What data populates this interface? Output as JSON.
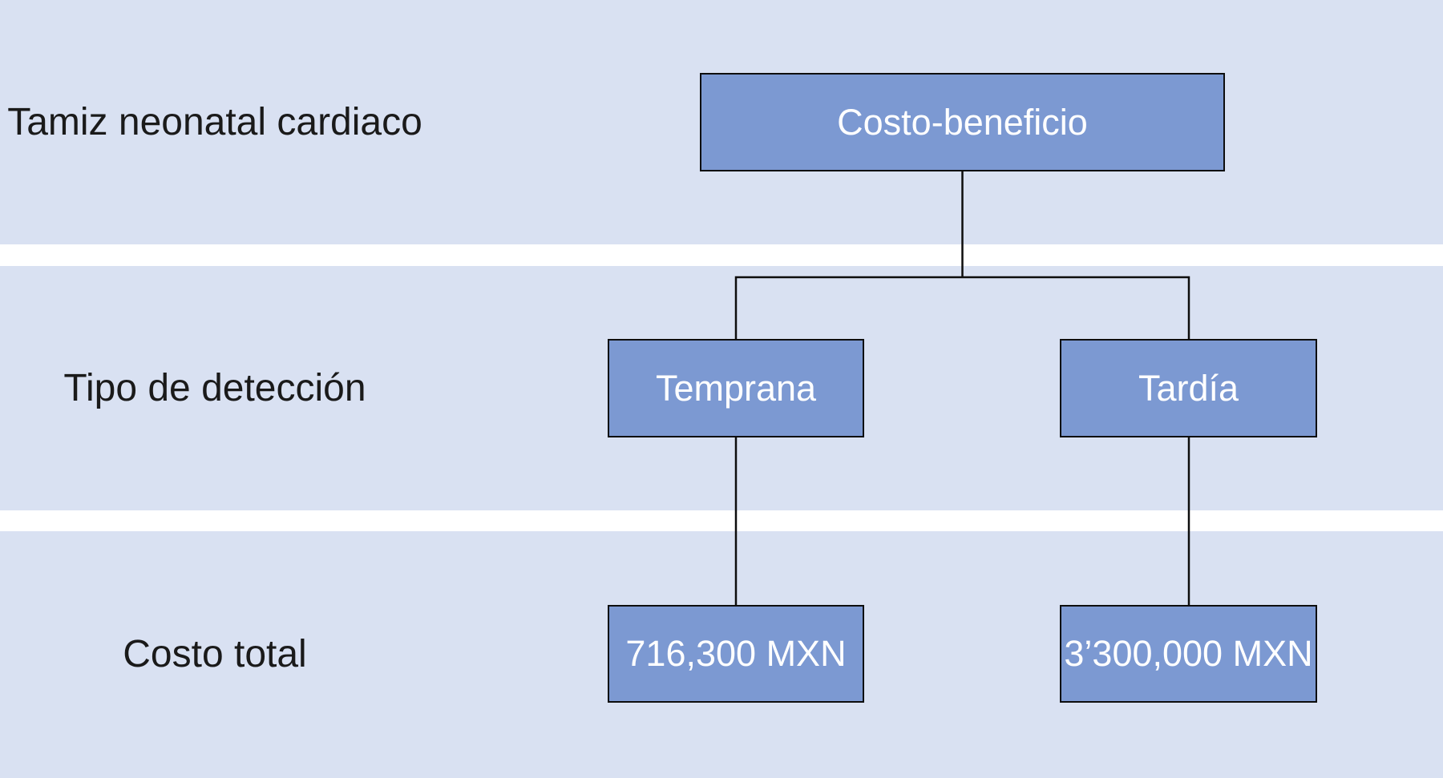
{
  "diagram": {
    "title_row_label": "Tamiz neonatal cardiaco",
    "row_labels": [
      {
        "label": "Tamiz neonatal cardiaco"
      },
      {
        "label": "Tipo de detección"
      },
      {
        "label": "Costo total"
      }
    ],
    "nodes": {
      "root": "Costo-beneficio",
      "early": "Temprana",
      "late": "Tardía",
      "early_cost": "716,300 MXN",
      "late_cost": "3’300,000 MXN"
    },
    "colors": {
      "background": "#d9e1f2",
      "separator_band": "#ffffff",
      "node_fill": "#7c99d2",
      "node_border": "#0d0d0d",
      "node_text": "#ffffff",
      "label_text": "#1a1a1a",
      "connector": "#0d0d0d"
    }
  }
}
